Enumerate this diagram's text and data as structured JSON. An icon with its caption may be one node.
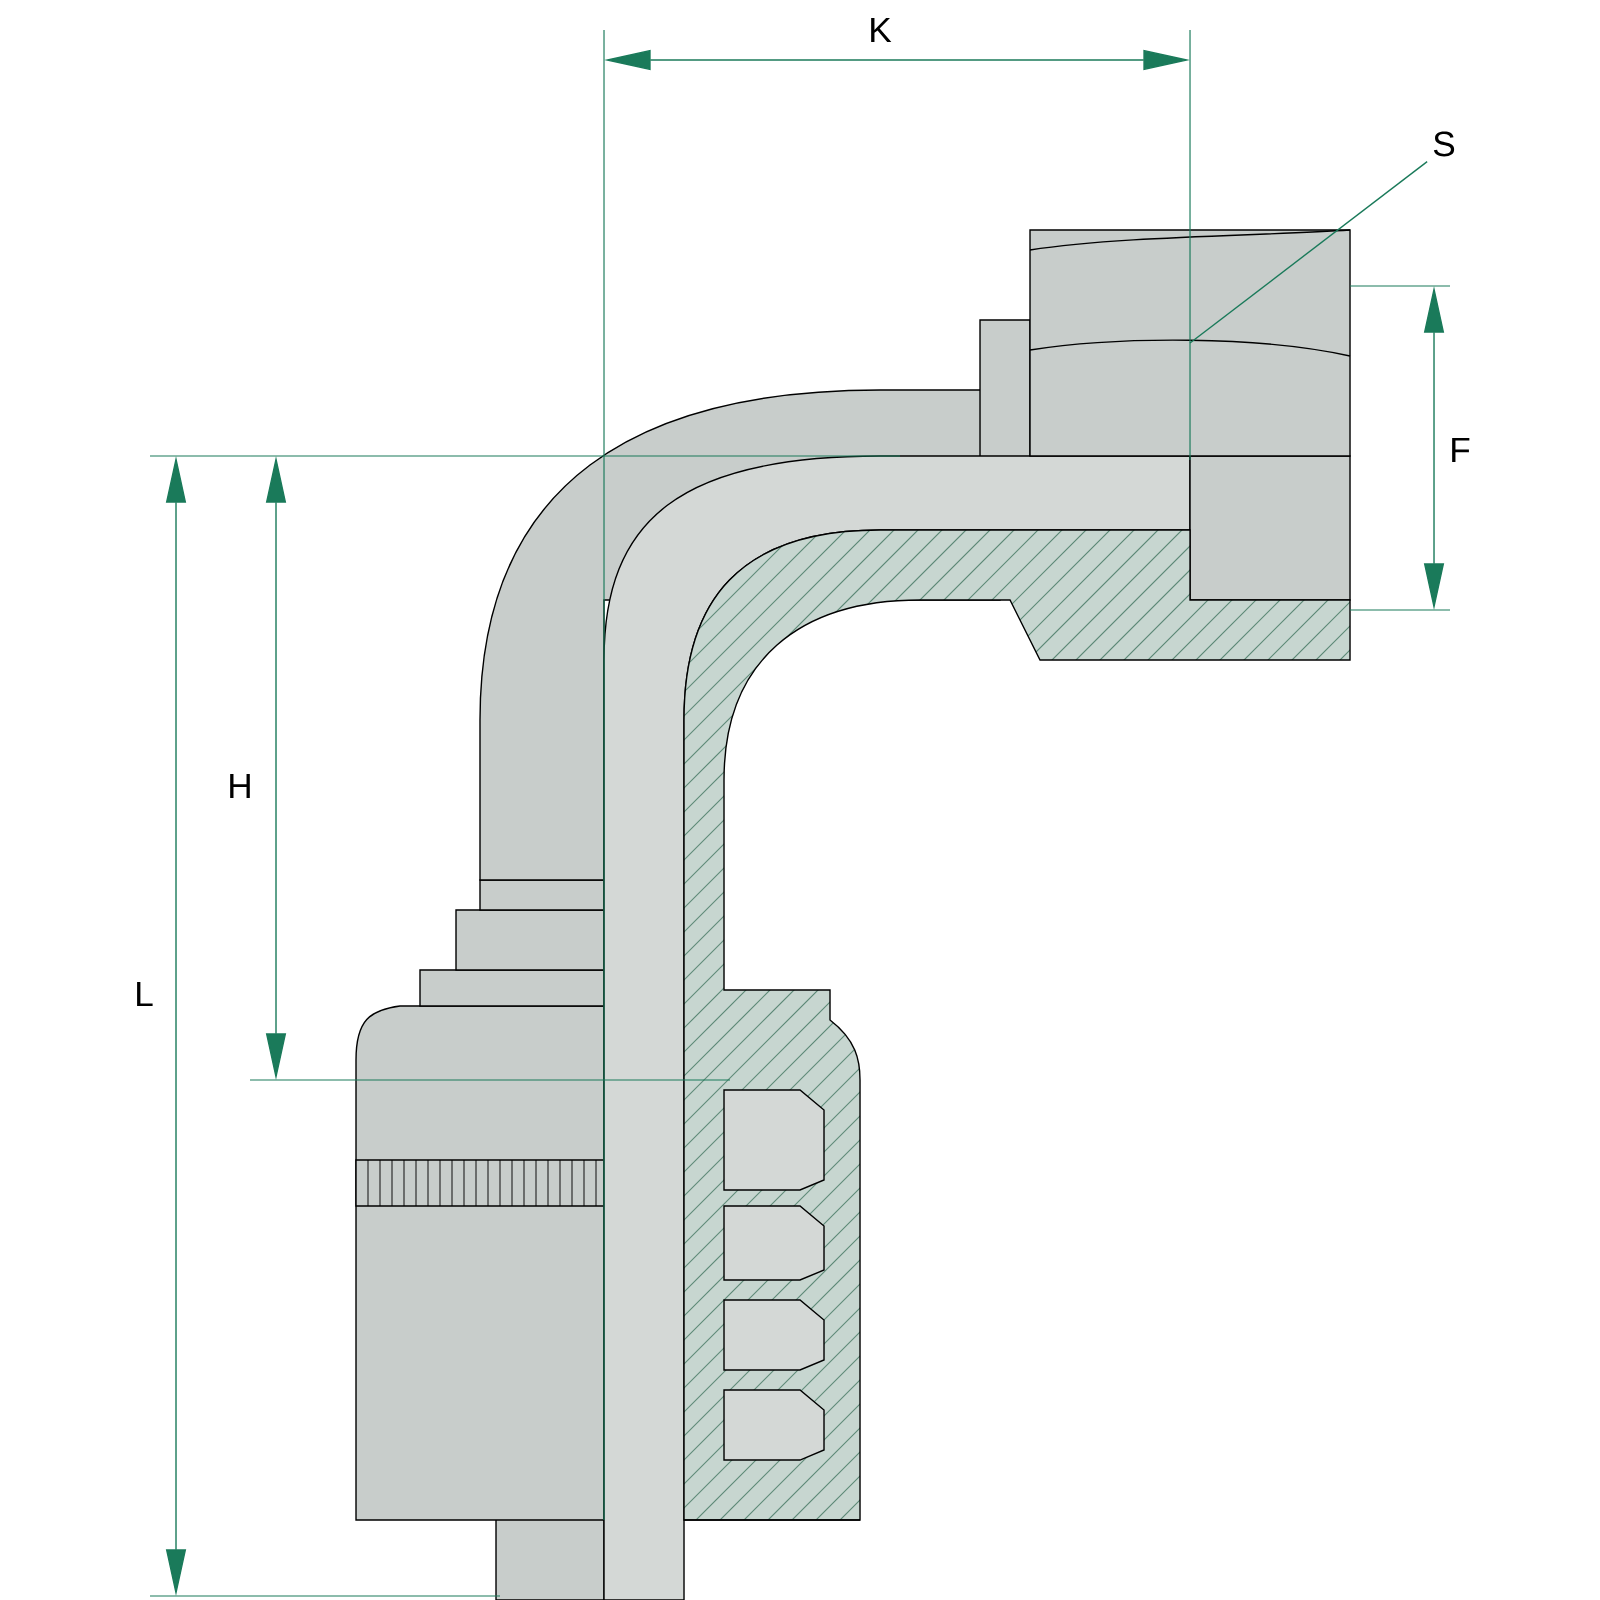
{
  "diagram": {
    "nodes": [
      {
        "text": [
          "S"
        ]
      },
      {
        "text": [],
        "shape": "picture"
      }
    ],
    "edges": [
      {
        "from": 0,
        "to": 1,
        "arrow": "none"
      }
    ],
    "labels": [
      "K",
      "F",
      "H",
      "L"
    ]
  }
}
